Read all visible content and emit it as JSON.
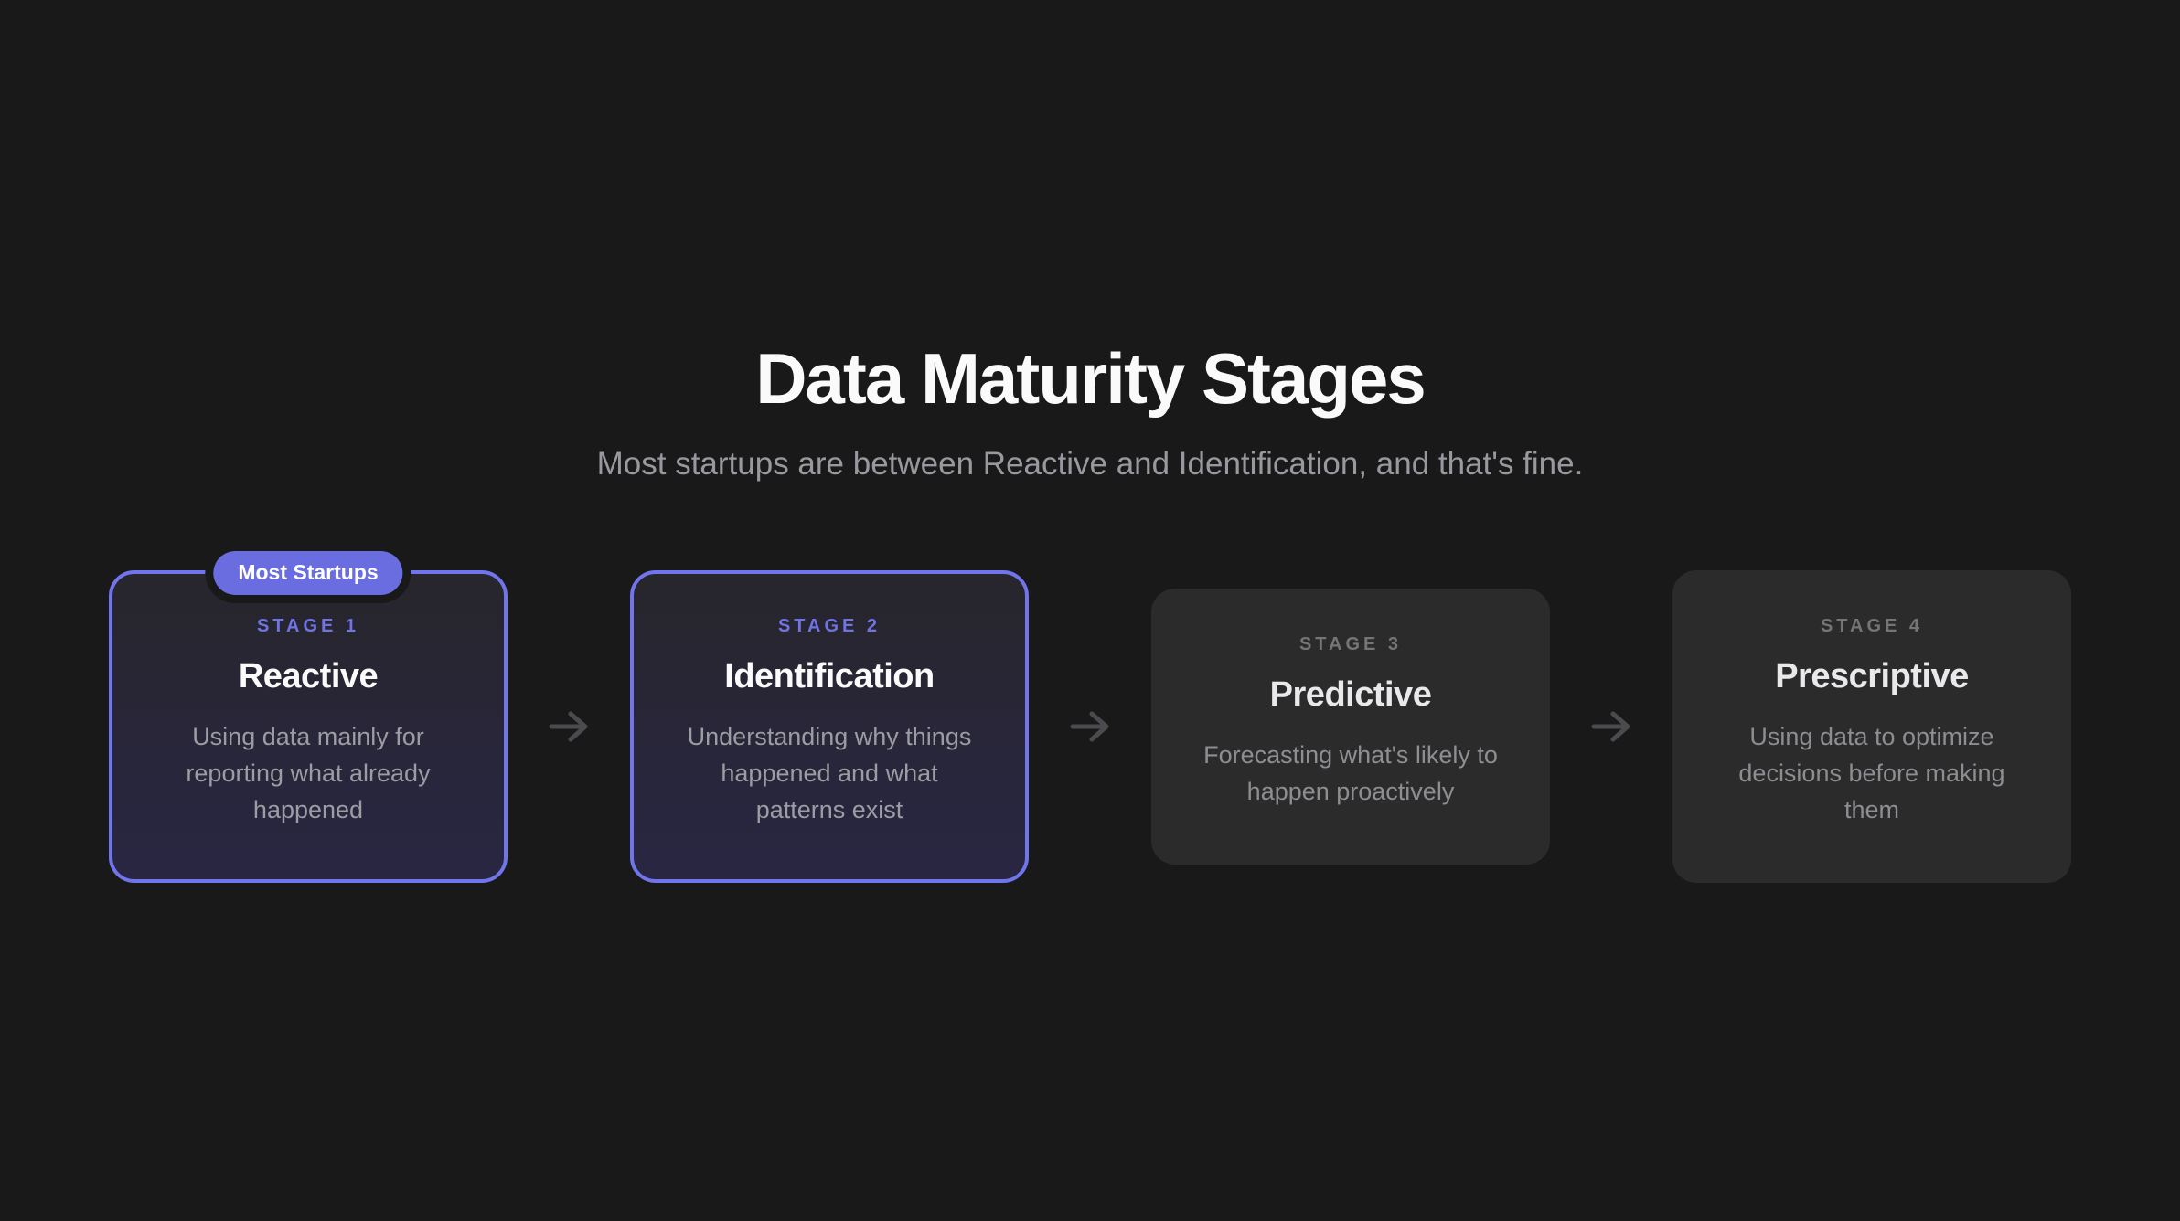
{
  "header": {
    "title": "Data Maturity Stages",
    "subtitle": "Most startups are between Reactive and Identification, and that's fine."
  },
  "stages": [
    {
      "badge": "Most Startups",
      "label": "STAGE 1",
      "title": "Reactive",
      "description": "Using data mainly for\nreporting what already\nhappened",
      "state": "active"
    },
    {
      "label": "STAGE 2",
      "title": "Identification",
      "description": "Understanding why things\nhappened and what\npatterns exist",
      "state": "active"
    },
    {
      "label": "STAGE 3",
      "title": "Predictive",
      "description": "Forecasting what's likely to\nhappen proactively",
      "state": "inactive"
    },
    {
      "label": "STAGE 4",
      "title": "Prescriptive",
      "description": "Using data to optimize\ndecisions before making\nthem",
      "state": "inactive"
    }
  ],
  "colors": {
    "background": "#19191a",
    "accent_border": "#7175eb",
    "badge_background": "#696de0",
    "active_card_gradient_top": "#27262c",
    "active_card_gradient_bottom": "#292643",
    "inactive_card_background": "#2b2b2c",
    "active_stage_label": "#6f73e4",
    "inactive_stage_label": "#757578",
    "subtitle_text": "#98989e",
    "description_text": "#9c9ca3",
    "arrow": "#4b4b4f"
  }
}
